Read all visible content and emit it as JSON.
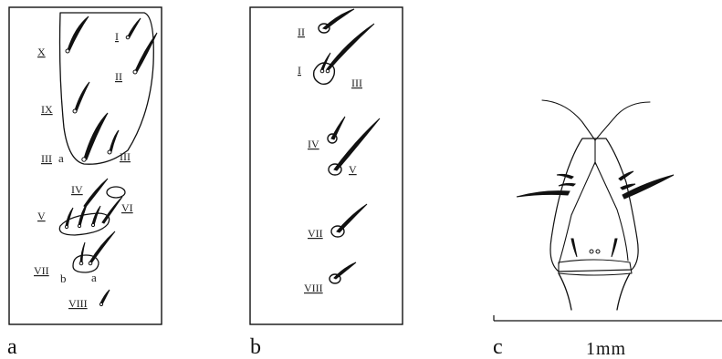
{
  "panels": {
    "a": {
      "label": "a",
      "setae_labels": {
        "I": "I",
        "II": "II",
        "X": "X",
        "IX": "IX",
        "IIIa_roman": "III",
        "IIIa_suffix": "a",
        "III": "III",
        "IV": "IV",
        "V": "V",
        "VI": "VI",
        "VII": "VII",
        "VII_b": "b",
        "VII_a": "a",
        "VIII": "VIII"
      }
    },
    "b": {
      "label": "b",
      "setae_labels": {
        "II": "II",
        "I": "I",
        "III": "III",
        "IV": "IV",
        "V": "V",
        "VII": "VII",
        "VIII": "VIII"
      }
    },
    "c": {
      "label": "c"
    }
  },
  "scale_bar": {
    "text": "1mm"
  },
  "colors": {
    "ink": "#111111",
    "background": "#ffffff"
  }
}
